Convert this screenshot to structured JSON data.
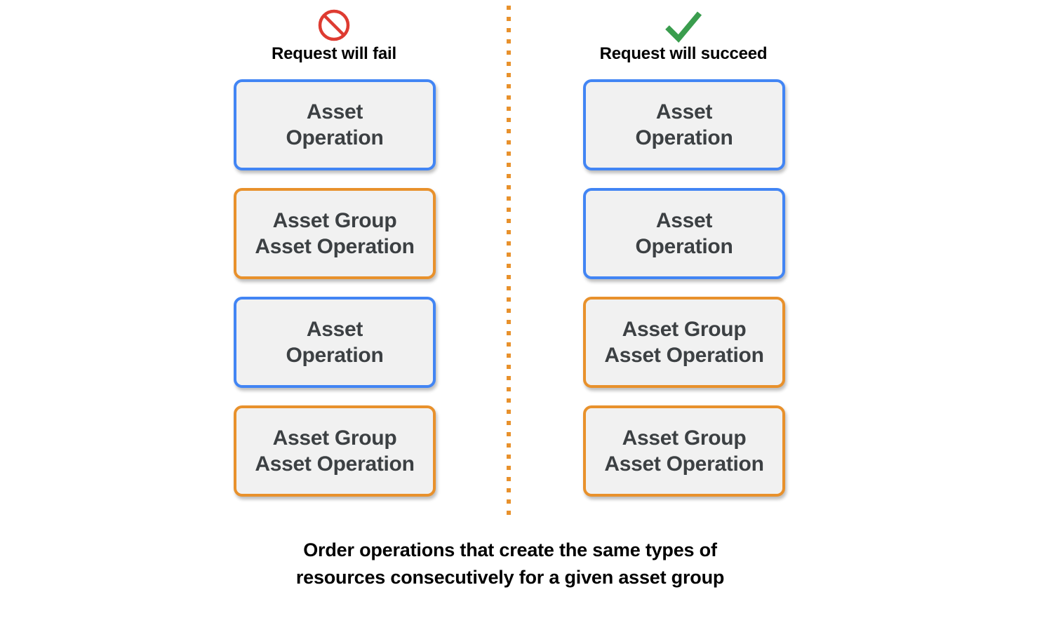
{
  "diagram": {
    "colors": {
      "blue_border": "#4285F4",
      "orange_border": "#E8912C",
      "box_fill": "#F1F1F1",
      "box_text": "#3C4043",
      "fail_icon": "#DE3B31",
      "succeed_icon": "#3A9D4E",
      "divider": "#E8912C",
      "background": "#FFFFFF"
    },
    "columns": [
      {
        "id": "fail",
        "icon": "prohibition-icon",
        "heading": "Request will fail",
        "boxes": [
          {
            "type": "asset-operation",
            "border": "blue",
            "text": "Asset\nOperation"
          },
          {
            "type": "asset-group-asset-operation",
            "border": "orange",
            "text": "Asset Group\nAsset Operation"
          },
          {
            "type": "asset-operation",
            "border": "blue",
            "text": "Asset\nOperation"
          },
          {
            "type": "asset-group-asset-operation",
            "border": "orange",
            "text": "Asset Group\nAsset Operation"
          }
        ]
      },
      {
        "id": "succeed",
        "icon": "checkmark-icon",
        "heading": "Request will succeed",
        "boxes": [
          {
            "type": "asset-operation",
            "border": "blue",
            "text": "Asset\nOperation"
          },
          {
            "type": "asset-operation",
            "border": "blue",
            "text": "Asset\nOperation"
          },
          {
            "type": "asset-group-asset-operation",
            "border": "orange",
            "text": "Asset Group\nAsset Operation"
          },
          {
            "type": "asset-group-asset-operation",
            "border": "orange",
            "text": "Asset Group\nAsset Operation"
          }
        ]
      }
    ],
    "caption": "Order operations that create the same types of\nresources consecutively for a given asset group"
  }
}
